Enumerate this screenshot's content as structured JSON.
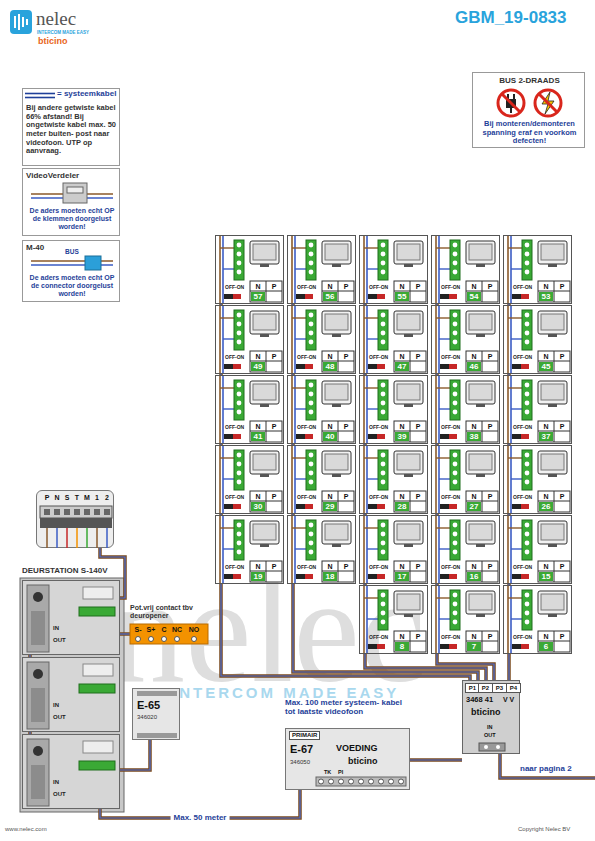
{
  "diagram": {
    "title": "GBM_19-0833",
    "nodes": [
      {
        "text": [
          "Bij andere getwiste kabel 66% afstand! Bij ongetwiste kabel max. 50 meter buiten- post naar videofoon. UTP op aanvraag."
        ]
      },
      {
        "text": [
          "VideoVerdeler",
          "De aders moeten echt OP de klemmen doorgelust worden!"
        ]
      },
      {
        "text": [
          "M-40",
          "BUS",
          "De aders moeten echt OP de connector doorgelust worden!"
        ]
      },
      {
        "text": [
          "BUS 2-DRAADS",
          "Bij monteren/demonteren spanning eraf en voorkom defecten!"
        ]
      },
      {
        "text": [
          "OFF-ON",
          "N",
          "P",
          "57"
        ]
      },
      {
        "text": [
          "OFF-ON",
          "N",
          "P",
          "56"
        ]
      },
      {
        "text": [
          "OFF-ON",
          "N",
          "P",
          "55"
        ]
      },
      {
        "text": [
          "OFF-ON",
          "N",
          "P",
          "54"
        ]
      },
      {
        "text": [
          "OFF-ON",
          "N",
          "P",
          "53"
        ]
      },
      {
        "text": [
          "OFF-ON",
          "N",
          "P",
          "49"
        ]
      },
      {
        "text": [
          "OFF-ON",
          "N",
          "P",
          "48"
        ]
      },
      {
        "text": [
          "OFF-ON",
          "N",
          "P",
          "47"
        ]
      },
      {
        "text": [
          "OFF-ON",
          "N",
          "P",
          "46"
        ]
      },
      {
        "text": [
          "OFF-ON",
          "N",
          "P",
          "45"
        ]
      },
      {
        "text": [
          "OFF-ON",
          "N",
          "P",
          "41"
        ]
      },
      {
        "text": [
          "OFF-ON",
          "N",
          "P",
          "40"
        ]
      },
      {
        "text": [
          "OFF-ON",
          "N",
          "P",
          "39"
        ]
      },
      {
        "text": [
          "OFF-ON",
          "N",
          "P",
          "38"
        ]
      },
      {
        "text": [
          "OFF-ON",
          "N",
          "P",
          "37"
        ]
      },
      {
        "text": [
          "OFF-ON",
          "N",
          "P",
          "30"
        ]
      },
      {
        "text": [
          "OFF-ON",
          "N",
          "P",
          "29"
        ]
      },
      {
        "text": [
          "OFF-ON",
          "N",
          "P",
          "28"
        ]
      },
      {
        "text": [
          "OFF-ON",
          "N",
          "P",
          "27"
        ]
      },
      {
        "text": [
          "OFF-ON",
          "N",
          "P",
          "26"
        ]
      },
      {
        "text": [
          "OFF-ON",
          "N",
          "P",
          "19"
        ]
      },
      {
        "text": [
          "OFF-ON",
          "N",
          "P",
          "18"
        ]
      },
      {
        "text": [
          "OFF-ON",
          "N",
          "P",
          "17"
        ]
      },
      {
        "text": [
          "OFF-ON",
          "N",
          "P",
          "16"
        ]
      },
      {
        "text": [
          "OFF-ON",
          "N",
          "P",
          "15"
        ]
      },
      {
        "text": [
          "OFF-ON",
          "N",
          "P",
          "8"
        ]
      },
      {
        "text": [
          "OFF-ON",
          "N",
          "P",
          "7"
        ]
      },
      {
        "text": [
          "OFF-ON",
          "N",
          "P",
          "6"
        ]
      },
      {
        "text": [
          "P",
          "N",
          "S",
          "T",
          "M",
          "1",
          "2"
        ]
      },
      {
        "text": [
          "DEURSTATION S-140V"
        ]
      },
      {
        "text": [
          "IN",
          "OUT"
        ],
        "in": 33
      },
      {
        "text": [
          "IN",
          "OUT"
        ],
        "in": 33
      },
      {
        "text": [
          "IN",
          "OUT"
        ],
        "in": 33
      },
      {
        "text": [
          "Pot.vrij contact tbv deuropener",
          "S-",
          "S+",
          "C",
          "NC",
          "NO"
        ]
      },
      {
        "text": [
          "E-65",
          "346020"
        ]
      },
      {
        "text": [
          "PRIMAIR",
          "E-67",
          "VOEDING",
          "bticino",
          "346050",
          "TK",
          "PI"
        ]
      },
      {
        "text": [
          "P1",
          "P2",
          "P3",
          "P4",
          "3468 41",
          "V V",
          "bticino",
          "IN",
          "OUT"
        ]
      }
    ],
    "edges": [
      {
        "from": 32,
        "to": 34,
        "arrow": "none"
      },
      {
        "from": 34,
        "to": 35,
        "arrow": "none"
      },
      {
        "from": 35,
        "to": 36,
        "arrow": "none"
      },
      {
        "from": 37,
        "to": 34,
        "arrow": "none"
      },
      {
        "from": 38,
        "to": 36,
        "arrow": "none"
      },
      {
        "from": 36,
        "to": 39,
        "label": "Max. 50 meter",
        "arrow": "none"
      },
      {
        "from": 39,
        "to": 40,
        "arrow": "none"
      },
      {
        "from": 40,
        "to": 24,
        "arrow": "none"
      },
      {
        "from": 40,
        "to": 25,
        "arrow": "none"
      },
      {
        "from": 40,
        "to": 29,
        "arrow": "none"
      },
      {
        "from": 40,
        "to": 30,
        "arrow": "none"
      },
      {
        "from": 40,
        "to": 31,
        "arrow": "none"
      },
      {
        "from": 24,
        "to": 19,
        "arrow": "none"
      },
      {
        "from": 19,
        "to": 14,
        "arrow": "none"
      },
      {
        "from": 14,
        "to": 9,
        "arrow": "none"
      },
      {
        "from": 9,
        "to": 4,
        "arrow": "none"
      },
      {
        "from": 25,
        "to": 20,
        "arrow": "none"
      },
      {
        "from": 20,
        "to": 15,
        "arrow": "none"
      },
      {
        "from": 15,
        "to": 10,
        "arrow": "none"
      },
      {
        "from": 10,
        "to": 5,
        "arrow": "none"
      },
      {
        "from": 29,
        "to": 26,
        "arrow": "none"
      },
      {
        "from": 26,
        "to": 21,
        "arrow": "none"
      },
      {
        "from": 21,
        "to": 16,
        "arrow": "none"
      },
      {
        "from": 16,
        "to": 11,
        "arrow": "none"
      },
      {
        "from": 11,
        "to": 6,
        "arrow": "none"
      },
      {
        "from": 30,
        "to": 27,
        "arrow": "none"
      },
      {
        "from": 27,
        "to": 22,
        "arrow": "none"
      },
      {
        "from": 22,
        "to": 17,
        "arrow": "none"
      },
      {
        "from": 17,
        "to": 12,
        "arrow": "none"
      },
      {
        "from": 12,
        "to": 7,
        "arrow": "none"
      },
      {
        "from": 31,
        "to": 28,
        "arrow": "none"
      },
      {
        "from": 28,
        "to": 23,
        "arrow": "none"
      },
      {
        "from": 23,
        "to": 18,
        "arrow": "none"
      },
      {
        "from": 18,
        "to": 13,
        "arrow": "none"
      },
      {
        "from": 13,
        "to": 8,
        "arrow": "none"
      }
    ],
    "labels": [
      "nelec",
      "INTERCOM MADE EASY",
      "bticino",
      "nelec",
      "INTERCOM MADE EASY",
      "Max. 100 meter systeem- kabel tot laatste videofoon",
      "naar pagina 2",
      "www.nelec.com",
      "Copyright Nelec BV"
    ],
    "legend": [
      {
        "text": "= systeemkabel"
      }
    ]
  }
}
